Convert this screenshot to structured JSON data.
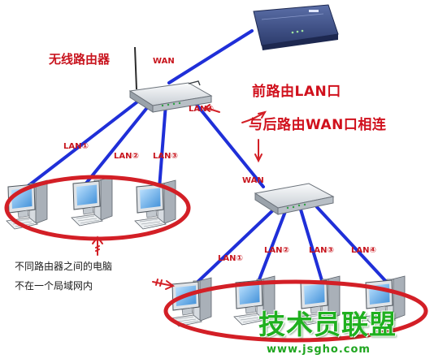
{
  "labels": {
    "wireless_router": "无线路由器",
    "wan_top": "WAN",
    "front_router_lan": "前路由LAN口",
    "connect_back_wan": "与后路由WAN口相连",
    "wan_second": "WAN",
    "note_line1": "不同路由器之间的电脑",
    "note_line2": "不在一个局域网内"
  },
  "ports_router1": [
    "LAN①",
    "LAN②",
    "LAN③",
    "LAN④"
  ],
  "ports_router2": [
    "LAN①",
    "LAN②",
    "LAN③",
    "LAN④"
  ],
  "watermark": {
    "name": "技术员联盟",
    "url": "www.jsgho.com"
  },
  "colors": {
    "cable": "#1f2fd8",
    "label_red": "#c8141e",
    "ellipse_red": "#d31f26",
    "watermark_green": "#1fb01f",
    "router_body": "#e9ecef",
    "modem_body": "#3a4e86"
  },
  "icons": {
    "router": "router-icon",
    "modem": "modem-icon",
    "computer": "desktop-computer-icon",
    "arrow": "red-arrow-icon"
  }
}
